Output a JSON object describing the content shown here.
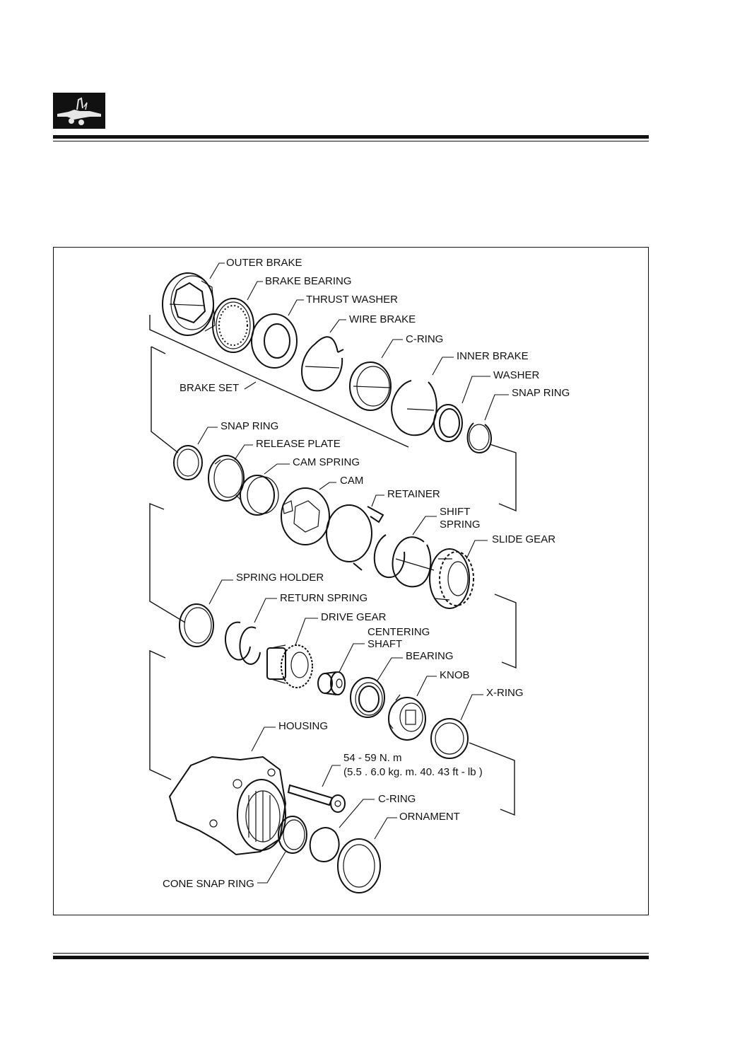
{
  "labels": {
    "outer_brake": "OUTER BRAKE",
    "brake_bearing": "BRAKE BEARING",
    "thrust_washer": "THRUST WASHER",
    "wire_brake": "WIRE BRAKE",
    "c_ring_top": "C-RING",
    "inner_brake": "INNER BRAKE",
    "washer": "WASHER",
    "snap_ring_top": "SNAP RING",
    "brake_set": "BRAKE SET",
    "snap_ring_mid": "SNAP RING",
    "release_plate": "RELEASE PLATE",
    "cam_spring": "CAM SPRING",
    "cam": "CAM",
    "retainer": "RETAINER",
    "shift_spring_1": "SHIFT",
    "shift_spring_2": "SPRING",
    "slide_gear": "SLIDE GEAR",
    "spring_holder": "SPRING HOLDER",
    "return_spring": "RETURN SPRING",
    "drive_gear": "DRIVE GEAR",
    "centering_1": "CENTERING",
    "centering_2": "SHAFT",
    "bearing": "BEARING",
    "knob": "KNOB",
    "x_ring": "X-RING",
    "housing": "HOUSING",
    "torque_1": "54 - 59 N. m",
    "torque_2": "(5.5 . 6.0 kg. m. 40. 43 ft - lb )",
    "c_ring_bottom": "C-RING",
    "ornament": "ORNAMENT",
    "cone_snap_ring": "CONE SNAP RING"
  }
}
